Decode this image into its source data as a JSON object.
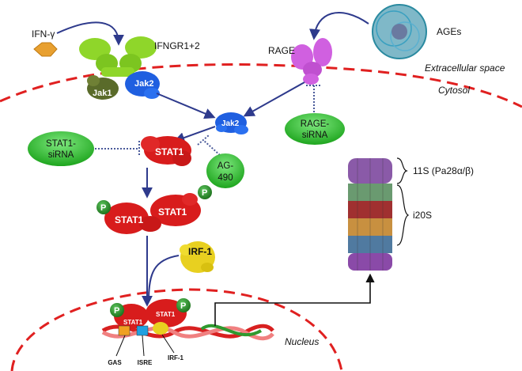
{
  "labels": {
    "ifn_gamma": "IFN-γ",
    "receptor": "IFNGR1+2",
    "jak1": "Jak1",
    "jak2_receptor": "Jak2",
    "rage": "RAGE",
    "ages": "AGEs",
    "extracellular": "Extracellular space",
    "cytosol": "Cytosol",
    "jak2_center": "Jak2",
    "stat1": "STAT1",
    "stat1_dimer_left": "STAT1",
    "stat1_dimer_right": "STAT1",
    "irf1": "IRF-1",
    "p": "P",
    "nucleus": "Nucleus",
    "dna_stat1_left": "STAT1",
    "dna_stat1_right": "STAT1",
    "gas": "GAS",
    "isre": "ISRE",
    "irf1_site": "IRF-1",
    "subunit_11s": "11S (Pa28α/β)",
    "subunit_i20s": "i20S"
  },
  "inhibitors": {
    "stat1_sirna": [
      "STAT1-",
      "siRNA"
    ],
    "rage_sirna": [
      "RAGE-",
      "siRNA"
    ],
    "ag490": [
      "AG-",
      "490"
    ]
  },
  "colors": {
    "membrane": "#e02020",
    "arrow": "#2e3a8c",
    "inhibitor_line": "#4a5a9a",
    "pill_fill": "#2fbf2f",
    "stat1": "#d81c1c",
    "jak2": "#1f5fe0",
    "jak1": "#5a6b2a",
    "receptor": "#8fd62a",
    "rage": "#d060e0",
    "irf1": "#e8d020",
    "phospho": "#2a8a2a",
    "ifn": "#e8a030"
  }
}
